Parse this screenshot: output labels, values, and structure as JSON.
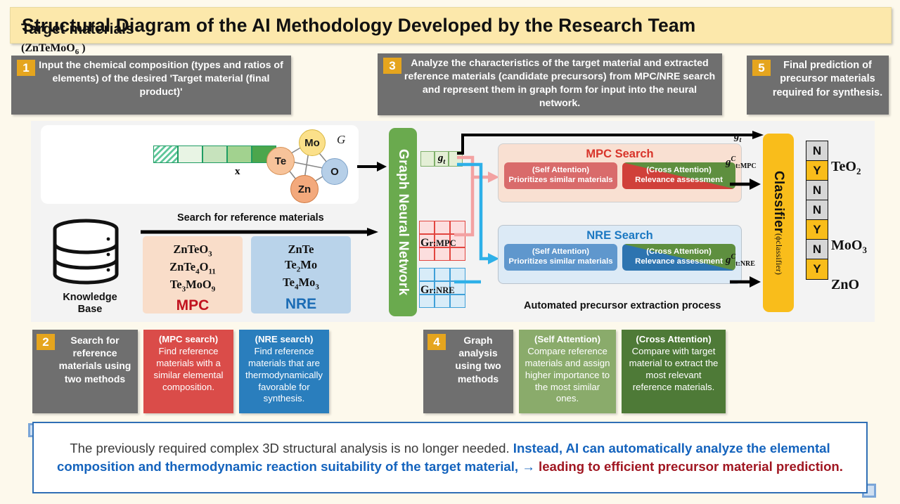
{
  "title": "Structural Diagram of the AI Methodology Developed by the Research Team",
  "steps": {
    "s1": {
      "num": "1",
      "text": "Input the chemical composition (types and ratios of elements) of the desired 'Target material (final product)'"
    },
    "s3": {
      "num": "3",
      "text": "Analyze the characteristics of the target material and extracted reference materials (candidate precursors) from MPC/NRE search and represent them in graph form for input into the neural network."
    },
    "s5": {
      "num": "5",
      "text": "Final prediction of precursor materials required for synthesis."
    },
    "s2": {
      "num": "2",
      "text": "Search for reference materials using two methods"
    },
    "s4": {
      "num": "4",
      "text": "Graph analysis using two methods"
    }
  },
  "target": {
    "label": "Target materials",
    "formula_prefix": "(ZnTeMoO",
    "formula_sub": "6",
    "formula_suffix": " )",
    "vector_x": "x",
    "graph_symbol": "G",
    "nodes": [
      {
        "name": "Mo",
        "color": "#fbe08a"
      },
      {
        "name": "Te",
        "color": "#f7c39a"
      },
      {
        "name": "O",
        "color": "#b6cfe8"
      },
      {
        "name": "Zn",
        "color": "#f3a97c"
      }
    ]
  },
  "knowledge_base": {
    "label_line1": "Knowledge",
    "label_line2": "Base"
  },
  "search_arrow_label": "Search for reference materials",
  "mpc_panel": {
    "tag": "MPC",
    "tag_color": "#c1121f",
    "materials": [
      {
        "main": "ZnTeO",
        "sub1": "3"
      },
      {
        "main": "ZnTe",
        "sub1": "4",
        "mid": "O",
        "sub2": "11"
      },
      {
        "main": "Te",
        "sub1": "3",
        "mid": "MoO",
        "sub2": "9"
      }
    ]
  },
  "nre_panel": {
    "tag": "NRE",
    "tag_color": "#1b6cb5",
    "materials": [
      {
        "main": "ZnTe"
      },
      {
        "main": "Te",
        "sub1": "2",
        "mid": "Mo"
      },
      {
        "main": "Te",
        "sub1": "4",
        "mid": "Mo",
        "sub2": "3"
      }
    ]
  },
  "gnn": {
    "label": "Graph Neural Network"
  },
  "embeddings": {
    "gt_label": "g",
    "gt_sub": "t",
    "mat_mpc_label": "G",
    "mat_mpc_sub": "r:MPC",
    "mat_nre_label": "G",
    "mat_nre_sub": "r:NRE"
  },
  "mpc_search": {
    "title": "MPC Search",
    "self": {
      "head": "(Self Attention)",
      "body": "Prioritizes similar materials"
    },
    "cross": {
      "head": "(Cross Attention)",
      "body": "Relevance assessment"
    }
  },
  "nre_search": {
    "title": "NRE Search",
    "self": {
      "head": "(Self Attention)",
      "body": "Prioritizes similar materials"
    },
    "cross": {
      "head": "(Cross Attention)",
      "body": "Relevance assessment"
    }
  },
  "automated_label": "Automated precursor extraction process",
  "arrow_labels": {
    "gt": "g t",
    "gt_mpc": "g C t:MPC",
    "gt_nre": "g C t:NRE"
  },
  "classifier": {
    "label": "Classifier",
    "sub": "(ϕclassifier)"
  },
  "output": {
    "cells": [
      {
        "value": "N",
        "state": "no"
      },
      {
        "value": "Y",
        "state": "yes",
        "label": "TeO",
        "label_sub": "2"
      },
      {
        "value": "N",
        "state": "no"
      },
      {
        "value": "N",
        "state": "no"
      },
      {
        "value": "Y",
        "state": "yes",
        "label": "MoO",
        "label_sub": "3"
      },
      {
        "value": "N",
        "state": "no"
      },
      {
        "value": "Y",
        "state": "yes",
        "label": "ZnO",
        "label_sub": ""
      }
    ],
    "yes_color": "#f9bd1b",
    "no_color": "#d6d6d6"
  },
  "bottom_cards": {
    "mpc": {
      "head": "(MPC search)",
      "body": "Find reference materials with a similar elemental composition."
    },
    "nre": {
      "head": "(NRE search)",
      "body": "Find reference materials that are thermodynamically favorable for synthesis."
    },
    "self": {
      "head": "(Self Attention)",
      "body": "Compare reference materials and assign higher importance to the most similar ones."
    },
    "cross": {
      "head": "(Cross Attention)",
      "body": "Compare with target material to extract the most relevant reference materials."
    }
  },
  "conclusion": {
    "part_grey": "The previously required complex 3D structural analysis is no longer needed. ",
    "part_blue": "Instead, AI can automatically analyze the elemental composition and thermodynamic reaction suitability of the target material, → ",
    "part_red": "leading to efficient precursor material prediction."
  },
  "colors": {
    "page_bg": "#fdf9ec",
    "title_bg": "#fce8ab",
    "step_grey": "#6f6f6f",
    "step_num_gold": "#e5a51e",
    "gnn_green": "#6aaa4e",
    "classifier_gold": "#f9bd1b",
    "mpc_red": "#da4c49",
    "nre_blue": "#2a7ebd"
  }
}
